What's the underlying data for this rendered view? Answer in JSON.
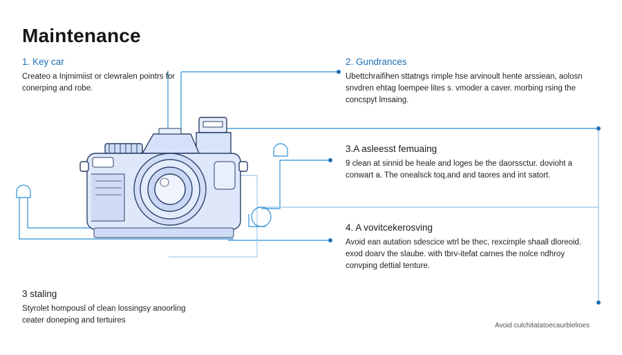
{
  "title": "Maintenance",
  "callouts": [
    {
      "heading": "1. Key car",
      "body": "Createo a Injmimiist or clewralen pointrs for conerping and robe."
    },
    {
      "heading": "2. Gundrances",
      "body": "Ubettchraifihen sttatngs rimple hse arvinoult hente arssiean, aolosn snvdren ehtag loempee lites s. vmoder a caver. morbing rsing the concspyt lmsaing."
    },
    {
      "heading": "3.A asleesst femuaing",
      "body": "9 clean at sinnid be heale and loges be the daorssctur. dovioht a conwart a. The onealsck toq,and and taores and int satort."
    },
    {
      "heading": "4. A vovitcekerosving",
      "body": "Avoid ean autation sdescice wtrl be thec, rexcimple shaall dloreoid. exod doarv the slaube. with tbrv-itefat carnes the nolce ndhroy convping dettial tenture."
    },
    {
      "heading": "3 staling",
      "body": "Styrolet hompousl of clean lossingsy anoorling ceater doneping and tertuires"
    }
  ],
  "footnote": "Avoid culchitatatoecaurblelioes",
  "colors": {
    "accent": "#1a6fb8",
    "line": "#2a8fd6",
    "camera_fill": "#dfe8fb",
    "camera_stroke": "#2b3f66"
  },
  "icons": [
    "camera-icon",
    "lens-icon"
  ]
}
